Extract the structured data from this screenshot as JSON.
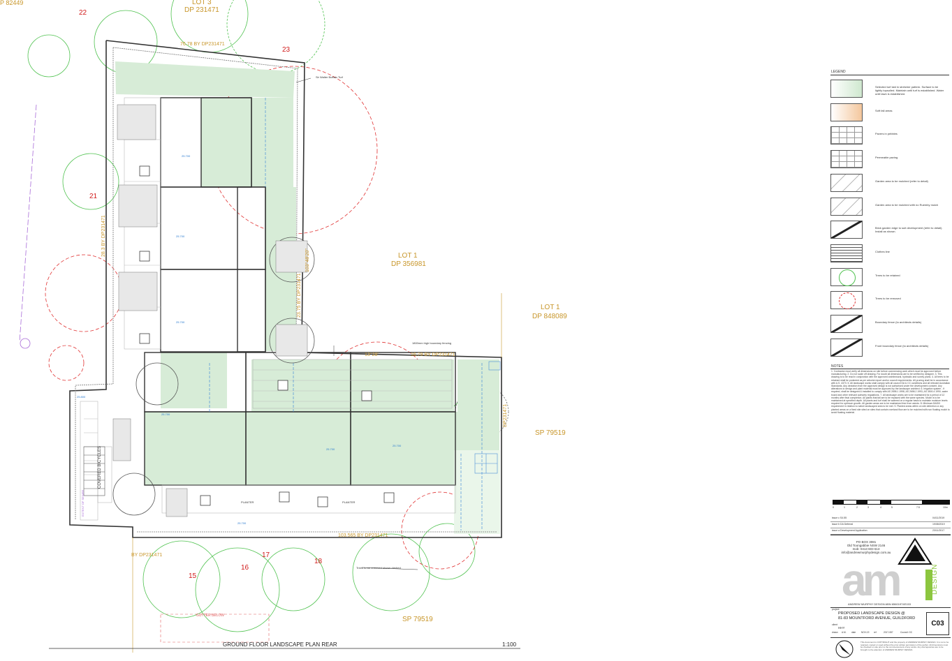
{
  "lots": {
    "top_left_partial": "P 82449",
    "top_lot": "LOT 3",
    "top_dp": "DP 231471",
    "lot1": "LOT 1",
    "dp356981": "DP 356981",
    "lot1b": "LOT 1",
    "dp848089": "DP 848089",
    "sp_right": "SP 79519",
    "sp_bottom": "SP 79519"
  },
  "neighbour_numbers": [
    "22",
    "23",
    "21",
    "15",
    "16",
    "17",
    "18"
  ],
  "boundary_labels": {
    "top": "76.78 BY DP231471",
    "right_upper": "103°48'20\"",
    "right_lower": "23.75 BY DP231471",
    "mid_bearing": "13°28'",
    "mid_length": "16.79 BY DP231471",
    "left": "28.3 BY DP231471",
    "bottom_a": "103.565 BY DP231471",
    "bottom_b": "BY DP231471",
    "right_vertical": "DP231471"
  },
  "annotations": {
    "buffalo": "Sir Walter Buffalo Turf",
    "fence": "1800mm high boundary fencing",
    "trees_removed": "Trees to be removed shown dashed",
    "covered_bicycles": "COVERED BICYCLES",
    "gutter": "GUTTER BELOW",
    "planter1": "PLANTER",
    "planter2": "PLANTER",
    "extent": "EXTENT OF SEWER"
  },
  "levels": [
    "25.700",
    "25.700",
    "25.700",
    "25.700",
    "25.700",
    "25.700",
    "25.700",
    "25.800"
  ],
  "plan_title": "GROUND FLOOR LANDSCAPE PLAN REAR",
  "scale": "1:100",
  "legend": {
    "heading": "LEGEND",
    "items": [
      {
        "text": "Selected turf laid in stretcher pattern. Surface to be lightly topsoiled. Maintain until turf is established. Water until lawn is established.",
        "fill": "#cfe8cf",
        "icon": "turf-swatch"
      },
      {
        "text": "Soft fall areas",
        "fill": "#f4c79d",
        "icon": "softfall-swatch"
      },
      {
        "text": "Pavers in pebbles",
        "fill": "#ffffff",
        "icon": "paver-swatch"
      },
      {
        "text": "Permeable paving",
        "fill": "#ffffff",
        "icon": "permeable-swatch"
      },
      {
        "text": "Garden area to be mulched (refer to detail)",
        "fill": "#ffffff",
        "icon": "garden-swatch"
      },
      {
        "text": "Garden area to be mulched with no Ruemby mulch",
        "fill": "#ffffff",
        "icon": "garden-mulch-swatch"
      },
      {
        "text": "Brick garden edge to suit development (refer to detail). Install as shown.",
        "fill": "#ffffff",
        "icon": "edge-swatch"
      },
      {
        "text": "Clothes line",
        "fill": "#ffffff",
        "icon": "clothesline-swatch"
      },
      {
        "text": "Trees to be retained",
        "fill": "#ffffff",
        "icon": "tree-retained-swatch"
      },
      {
        "text": "Trees to be removed",
        "fill": "#ffffff",
        "icon": "tree-removed-swatch"
      },
      {
        "text": "Boundary fence (to architects details)",
        "fill": "#ffffff",
        "icon": "fence-swatch"
      },
      {
        "text": "Front boundary fence (to architects details)",
        "fill": "#ffffff",
        "icon": "front-fence-swatch"
      }
    ]
  },
  "notes": {
    "heading": "NOTES",
    "body": "1. Contractor must verify all dimensions on site before commencing work which must be approved before manufacturing. 2. Do not scale off drawing. For doubt all dimensions are to be verified by designer. 3. This drawing is to be read in conjunction with the approved architectural, hydraulic and survey plans. 4. All trees to be retained shall be protected as per arborist report and/or council requirements. All pruning shall be in accordance with A.S. 4373. 5. All landscape works shall comply with all council DA & CC conditions and all relevant Australian Standards. Any deviation from the approved design is not authorised under the development consent. Any alterations to design and plant material must be approved by the landscape architect. 6. Irrigation system - if required, shall be designed & installed to comply with AS 2698.1 1998, AS 2698.2 1993, AS 3500.4 1990, water board and other relevant authority regulations. 7. All landscape works are to be maintained for a period of 12 months after final completion. All plants that fail are to be replaced with the same species. Mulch is to be maintained at specified depth. All plants and turf shall be watered on a regular basis to maintain moisture levels required for optimum growth. All garden areas are to be maintained free from weeds. 8. Minimum BASIX requirement in relation to native landscaped area to be met. 9. Planted areas within on site detention or any planted areas on a fixed site sited on sites that contain overland flow are to be mulched with non floating mulch to avoid floating material."
  },
  "scale_bar": [
    "0",
    "1",
    "2",
    "3",
    "4",
    "5",
    "7.5",
    "10m"
  ],
  "revisions": [
    {
      "label": "issue c  S4.55",
      "date": "04/11/2019"
    },
    {
      "label": "issue b  DA Deferral",
      "date": "19/08/2019"
    },
    {
      "label": "issue a  Development Application",
      "date": "23/11/2017"
    }
  ],
  "company": {
    "address": [
      "PO BOX 3081",
      "Old Toongabbie NSW 2146",
      "mob: 0413 603 613",
      "info@andrewmurphydesign.com.au"
    ],
    "name_abn": "ANDREW MURPHY DESIGN     ABN 65601974E153",
    "logo_letters": "am",
    "logo_word": "DESIGN"
  },
  "project": {
    "label": "project",
    "line1": "PROPOSED LANDSCAPE DESIGN @",
    "line2": "81-83 MOUNTFORD AVENUE, GUILDFORD",
    "client_label": "client",
    "client": "HHY",
    "drawing_no": "C03",
    "meta": [
      "drawn",
      "A.M.",
      "date",
      "NOV-19",
      "ref",
      "2017-087",
      "Council: GC"
    ]
  },
  "copyright": "This document is COPYRIGHT and the property of ANDREW MURPHY DESIGN. It is not to be retained, copied or used without the prior written permission of the author. All dimensions must be checked on site prior to the commencement of any works. Any discrepancies are to be brought to the attention of ANDREW MURPHY DESIGN."
}
